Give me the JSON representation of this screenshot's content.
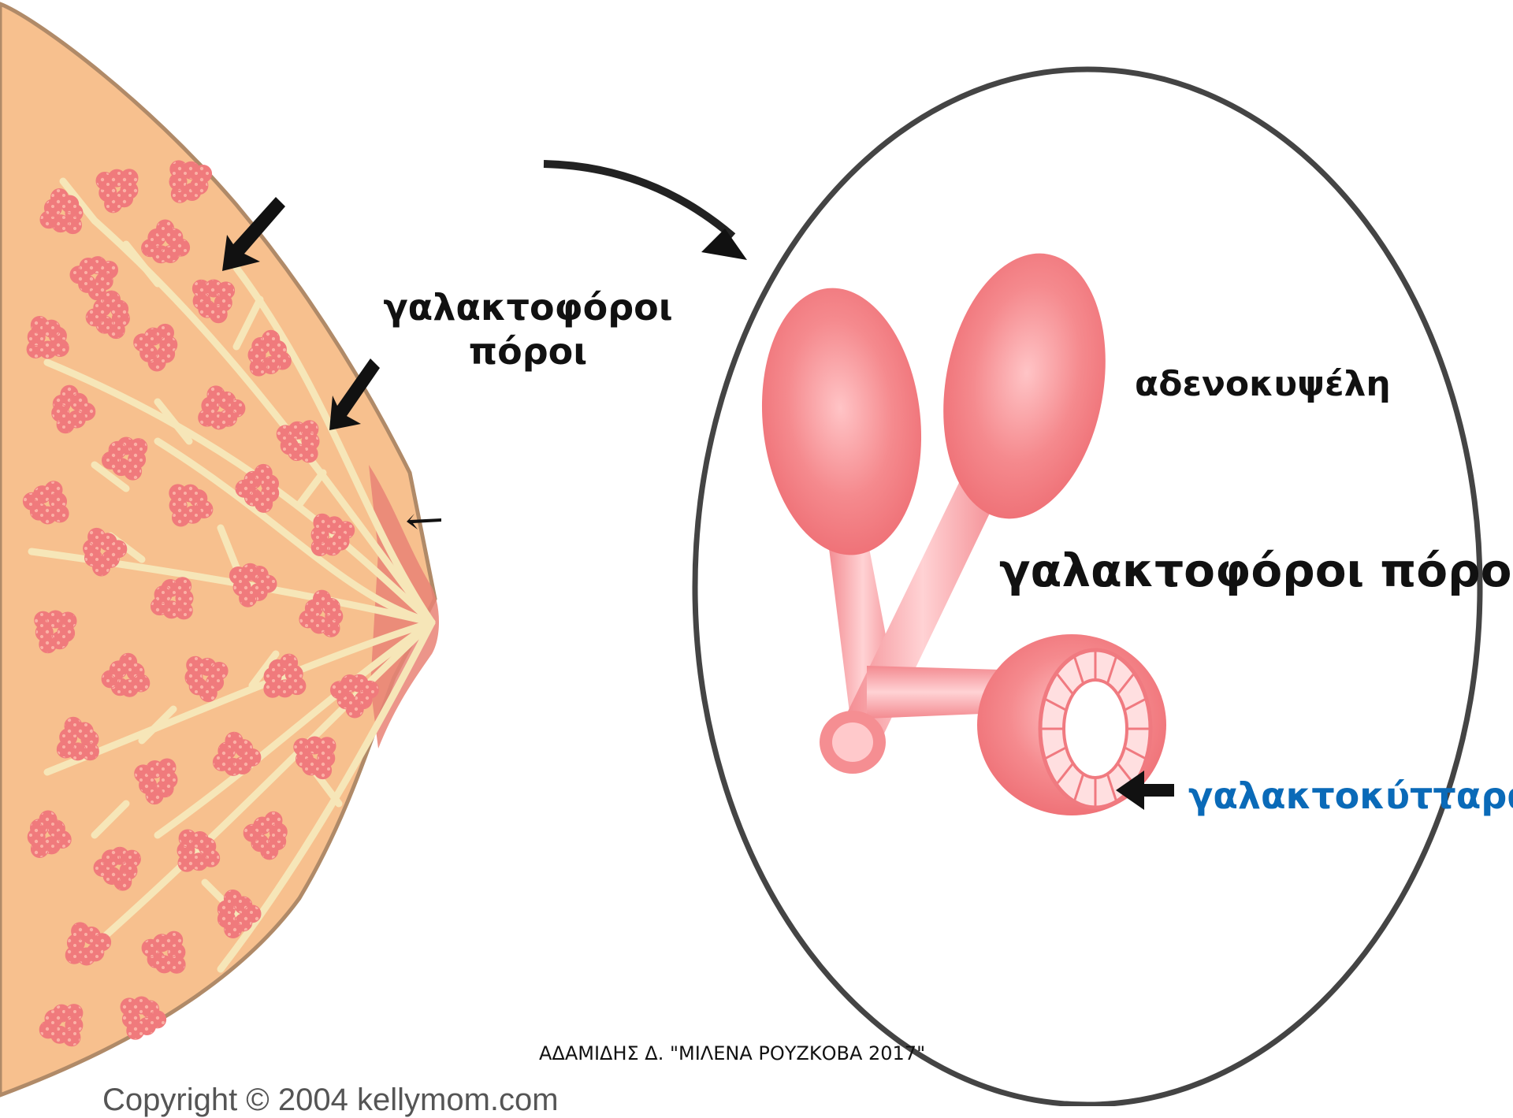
{
  "labels": {
    "ducts_left_line1": "γαλακτοφόροι",
    "ducts_left_line2": "πόροι",
    "alveolus": "αδενοκυψέλη",
    "ducts_right": "γαλακτοφόροι πόροι",
    "lactocytes": "γαλακτοκύτταρα"
  },
  "footer": {
    "credit": "ΑΔΑΜΙΔΗΣ Δ. \"ΜΙΛΕΝΑ ΡΟΥΖΚΟΒΑ 2017\"",
    "copyright": "Copyright © 2004 kellymom.com"
  },
  "colors": {
    "skin": "#f7c08e",
    "skin_edge": "#b08a68",
    "lobule": "#f07a7c",
    "duct": "#f6e6b8",
    "nipple": "#e98276",
    "alveolus": "#f0767c",
    "outline": "#444444",
    "lactocyte_label": "#0a6ab8"
  }
}
